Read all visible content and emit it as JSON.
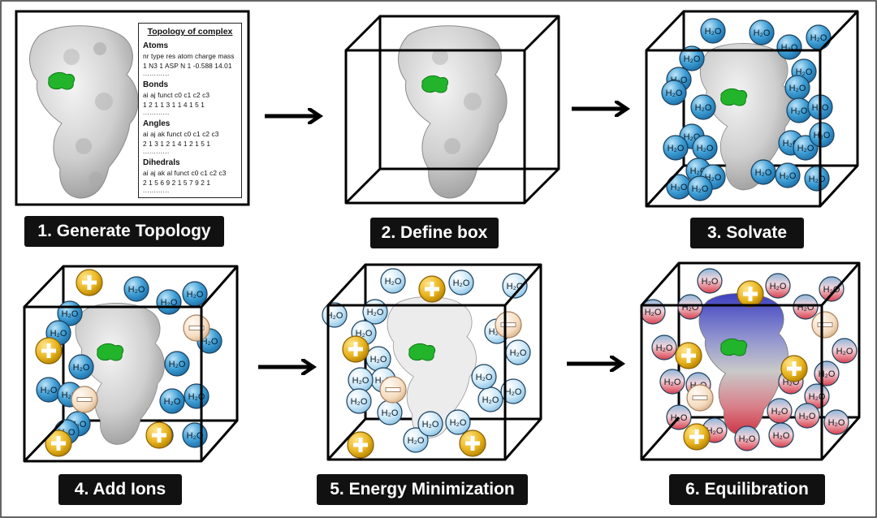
{
  "steps": [
    {
      "label": "1. Generate Topology"
    },
    {
      "label": "2. Define box"
    },
    {
      "label": "3. Solvate"
    },
    {
      "label": "4. Add Ions"
    },
    {
      "label": "5. Energy Minimization"
    },
    {
      "label": "6. Equilibration"
    }
  ],
  "topology": {
    "title": "Topology of complex",
    "sections": [
      {
        "heading": "Atoms",
        "columns": "nr  type res atom charge mass",
        "values": "1 N3 1 ASP N 1 -0.588 14.01",
        "ellipsis": "............"
      },
      {
        "heading": "Bonds",
        "columns": "ai   aj   funct   c0  c1  c2  c3",
        "values": "1  2  1  1  3  1  1   4  1  5  1",
        "ellipsis": "............"
      },
      {
        "heading": "Angles",
        "columns": "ai  aj  ak funct  c0  c1  c2  c3",
        "values": "2  1  3  1  2  1  4  1  2  1  5  1",
        "ellipsis": "............"
      },
      {
        "heading": "Dihedrals",
        "columns": "ai  aj  ak al funct  c0 c1 c2 c3",
        "values": "2  1  5  6  9  2  1  5  7  9  2  1",
        "ellipsis": "............"
      }
    ]
  },
  "water_label": "H2O",
  "colors": {
    "water_blue": "#3f9fd6",
    "water_light": "#cbe7f7",
    "water_red": "#e06a78",
    "cation": "#e9b520",
    "anion": "#f5dcc0",
    "ligand": "#22b52b",
    "caption_bg": "#111111"
  },
  "icons": [
    "arrow-right-icon",
    "plus-ion-icon",
    "minus-ion-icon",
    "water-molecule-icon",
    "protein-surface-icon",
    "ligand-icon"
  ]
}
